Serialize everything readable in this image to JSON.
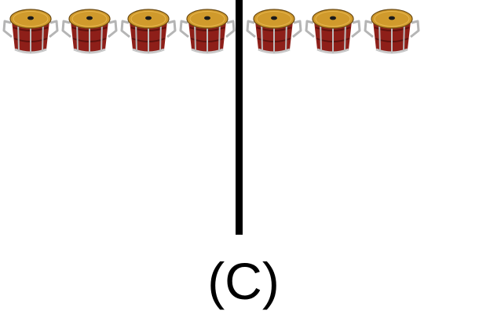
{
  "caption": "(C)",
  "left_group": {
    "count": 4
  },
  "right_group": {
    "count": 3
  },
  "icon": "drum-icon",
  "colors": {
    "drum_head": "#d09a2c",
    "drum_shell": "#8e1f19",
    "drum_hardware": "#b5b5b5",
    "divider": "#000000"
  }
}
